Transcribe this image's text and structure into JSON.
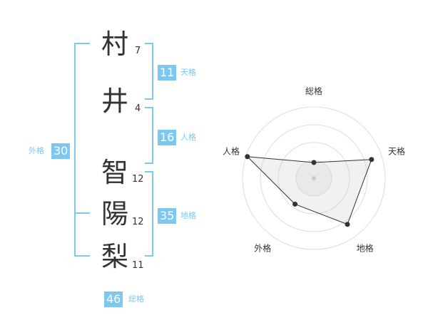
{
  "name": {
    "chars": [
      {
        "char": "村",
        "strokes": "7"
      },
      {
        "char": "井",
        "strokes": "4"
      },
      {
        "char": "智",
        "strokes": "12"
      },
      {
        "char": "陽",
        "strokes": "12"
      },
      {
        "char": "梨",
        "strokes": "11"
      }
    ]
  },
  "fortunes": {
    "tenkaku": {
      "value": "11",
      "label": "天格"
    },
    "jinkaku": {
      "value": "16",
      "label": "人格"
    },
    "chikaku": {
      "value": "35",
      "label": "地格"
    },
    "gaikaku": {
      "value": "30",
      "label": "外格"
    },
    "soukaku": {
      "value": "46",
      "label": "総格"
    }
  },
  "colors": {
    "accent": "#7cc8f0",
    "text": "#333333",
    "grid": "#dddddd"
  },
  "chart_data": {
    "type": "radar",
    "axes": [
      "総格",
      "天格",
      "地格",
      "外格",
      "人格"
    ],
    "values": [
      0.22,
      0.85,
      0.8,
      0.45,
      0.98
    ],
    "range": [
      0,
      1
    ],
    "rings": 4
  }
}
